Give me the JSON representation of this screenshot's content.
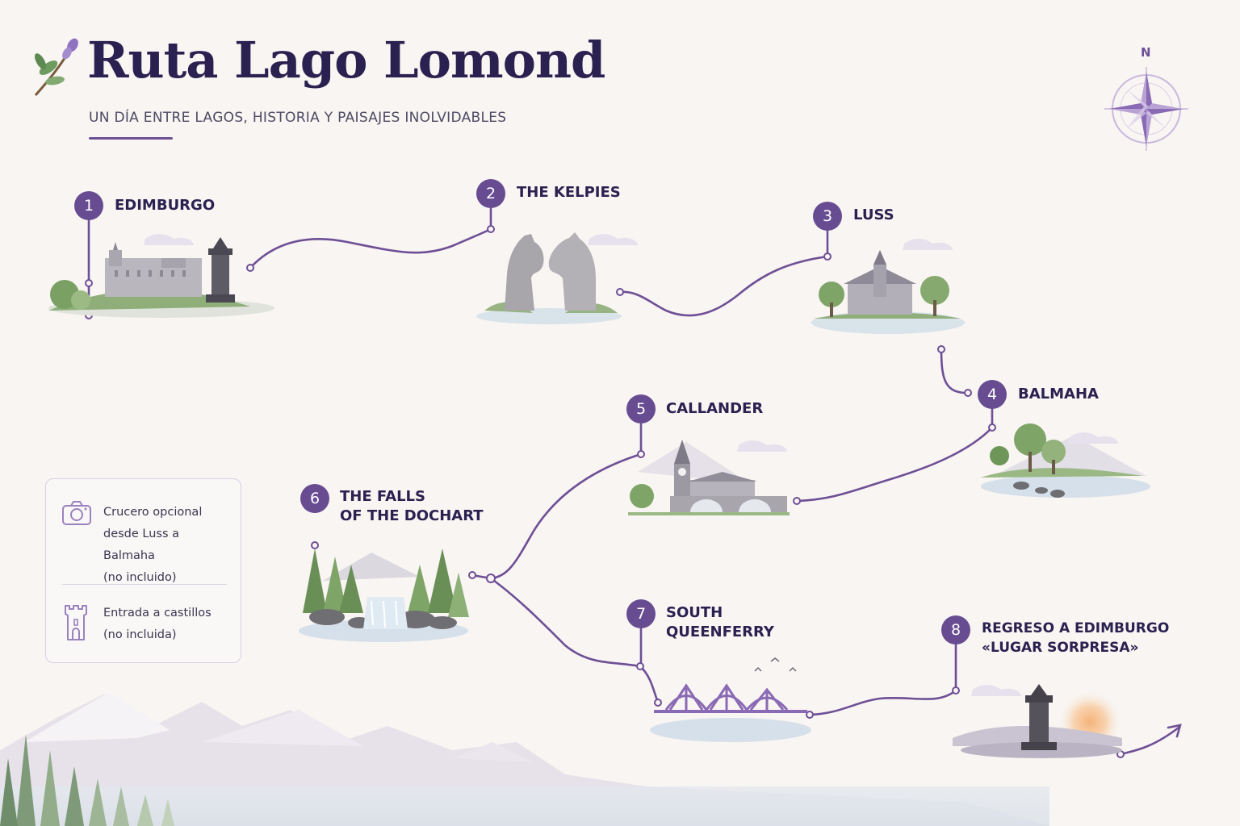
{
  "header": {
    "title": "Ruta Lago Lomond",
    "subtitle": "UN DÍA ENTRE LAGOS, HISTORIA Y PAISAJES INOLVIDABLES"
  },
  "compass": {
    "north_label": "N"
  },
  "stops": [
    {
      "number": "1",
      "name": "EDIMBURGO"
    },
    {
      "number": "2",
      "name": "THE KELPIES"
    },
    {
      "number": "3",
      "name": "LUSS"
    },
    {
      "number": "4",
      "name": "BALMAHA"
    },
    {
      "number": "5",
      "name": "CALLANDER"
    },
    {
      "number": "6",
      "name_line1": "THE FALLS",
      "name_line2": "OF THE DOCHART"
    },
    {
      "number": "7",
      "name_line1": "SOUTH",
      "name_line2": "QUEENFERRY"
    },
    {
      "number": "8",
      "name_line1": "REGRESO A EDIMBURGO",
      "name_line2": "«LUGAR SORPRESA»"
    }
  ],
  "legend": {
    "items": [
      {
        "icon": "camera-icon",
        "line1": "Crucero opcional",
        "line2": "desde Luss a Balmaha",
        "line3": "(no incluido)"
      },
      {
        "icon": "castle-tower-icon",
        "line1": "Entrada a castillos",
        "line2": "(no incluida)"
      }
    ]
  },
  "colors": {
    "accent": "#684c91",
    "route": "#6e4f96",
    "title": "#2a2150",
    "background": "#f8f5f2"
  }
}
